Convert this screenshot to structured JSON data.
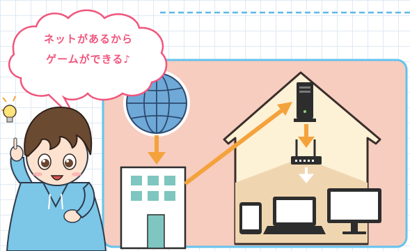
{
  "speech_bubble": {
    "line1": "ネットがあるから",
    "line2": "ゲームができる♪"
  },
  "colors": {
    "panel_bg": "#f7cdc0",
    "panel_border": "#63c3ee",
    "arrow": "#f4a23c",
    "bubble_text": "#f0567d",
    "house_wall": "#fdf1d6",
    "house_floor": "#f0d6b0",
    "globe": "#6fa9d8",
    "building_window": "#7ec6bf"
  },
  "icons": [
    "globe-icon",
    "office-building-icon",
    "server-icon",
    "router-icon",
    "tablet-icon",
    "laptop-icon",
    "monitor-icon",
    "lightbulb-icon",
    "boy-character"
  ]
}
